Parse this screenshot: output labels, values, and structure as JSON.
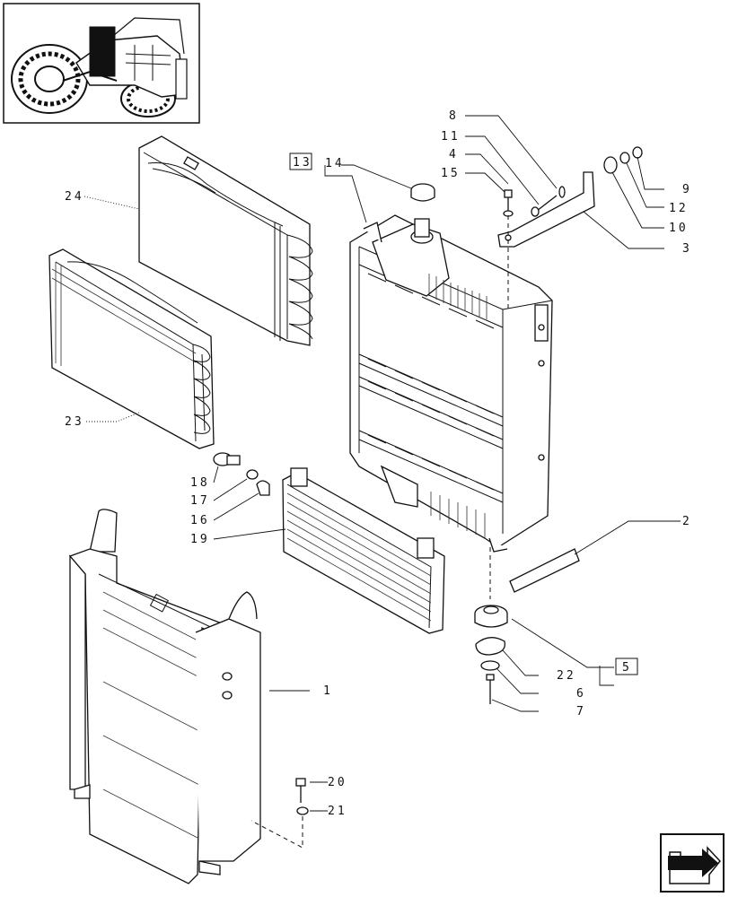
{
  "callouts": {
    "c1": "1",
    "c2": "2",
    "c3": "3",
    "c4": "4",
    "c5": "5",
    "c6": "6",
    "c7": "7",
    "c8": "8",
    "c9": "9",
    "c10": "10",
    "c11": "11",
    "c12": "12",
    "c13": "13",
    "c14": "14",
    "c15": "15",
    "c16": "16",
    "c17": "17",
    "c18": "18",
    "c19": "19",
    "c20": "20",
    "c21": "21",
    "c22": "22",
    "c23": "23",
    "c24": "24"
  },
  "icons": {
    "thumbnail": "tractor-location-thumbnail",
    "nav": "next-page-arrow-icon"
  }
}
